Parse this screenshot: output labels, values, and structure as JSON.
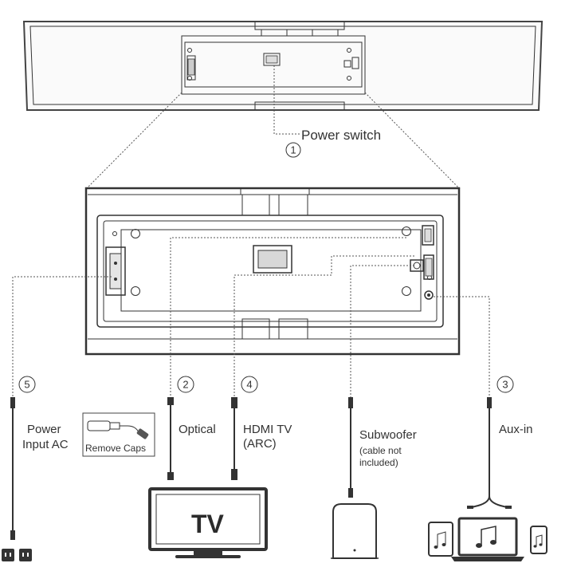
{
  "labels": {
    "power_switch": "Power switch",
    "power_input_line1": "Power",
    "power_input_line2": "Input AC",
    "optical": "Optical",
    "remove_caps": "Remove Caps",
    "hdmi_line1": "HDMI TV",
    "hdmi_line2": "(ARC)",
    "subwoofer": "Subwoofer",
    "subwoofer_note_line1": "(cable not",
    "subwoofer_note_line2": "included)",
    "aux_in": "Aux-in",
    "tv": "TV"
  },
  "step_numbers": {
    "power_switch": "1",
    "optical": "2",
    "aux_in": "3",
    "hdmi": "4",
    "power_input": "5"
  },
  "icons": [
    "music-note-icon",
    "power-plug-icon",
    "hdmi-connector-icon",
    "optical-connector-icon"
  ]
}
